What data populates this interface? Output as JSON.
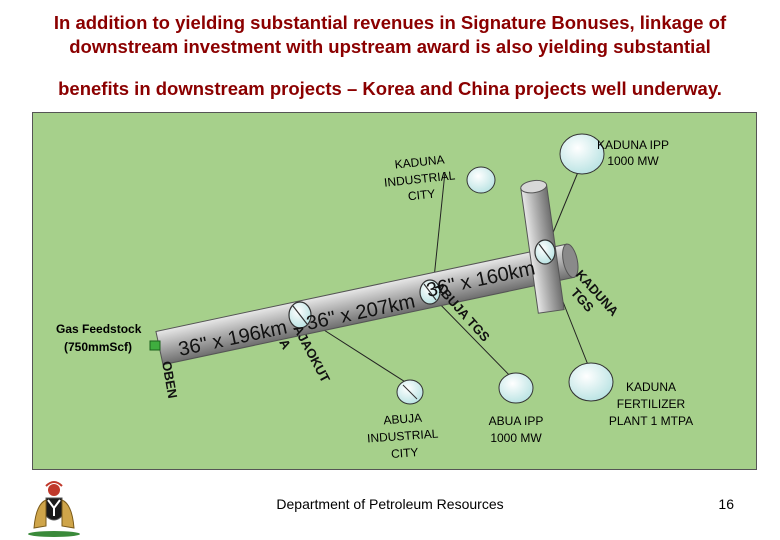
{
  "headline": {
    "line1": "In addition to yielding substantial revenues in Signature Bonuses, linkage of",
    "line2": "downstream investment with upstream award is also yielding substantial",
    "line3": "benefits in downstream projects – Korea and China projects well underway."
  },
  "diagram": {
    "kaduna_ipp": {
      "line1": "KADUNA IPP",
      "line2": "1000 MW"
    },
    "kaduna_industrial": {
      "line1": "KADUNA",
      "line2": "INDUSTRIAL",
      "line3": "CITY"
    },
    "gas_feedstock": {
      "line1": "Gas Feedstock",
      "line2": "(750mmScf)"
    },
    "segment_1": "36\" x 196km",
    "segment_2": "36\" x 207km",
    "segment_3": "36\" x 160km",
    "obeni": "OBEN",
    "ajaokuta": "AJAOKUT",
    "ajaokuta_a": "A",
    "abuja_tgs": "ABUJA TGS",
    "kaduna_tgs_top": "KADUNA",
    "kaduna_tgs_bottom": "TGS",
    "abuja_industrial": {
      "line1": "ABUJA",
      "line2": "INDUSTRIAL",
      "line3": "CITY"
    },
    "abua_ipp": {
      "line1": "ABUA IPP",
      "line2": "1000 MW"
    },
    "kaduna_fertilizer": {
      "line1": "KADUNA",
      "line2": "FERTILIZER",
      "line3": "PLANT 1 MTPA"
    }
  },
  "footer": {
    "department": "Department of Petroleum Resources",
    "page_number": "16"
  },
  "colors": {
    "headline": "#8b0000",
    "panel": "#a6d08b",
    "pipe": "#9a9a9a",
    "node": "#c9ecec",
    "feed": "#3fae3f"
  }
}
